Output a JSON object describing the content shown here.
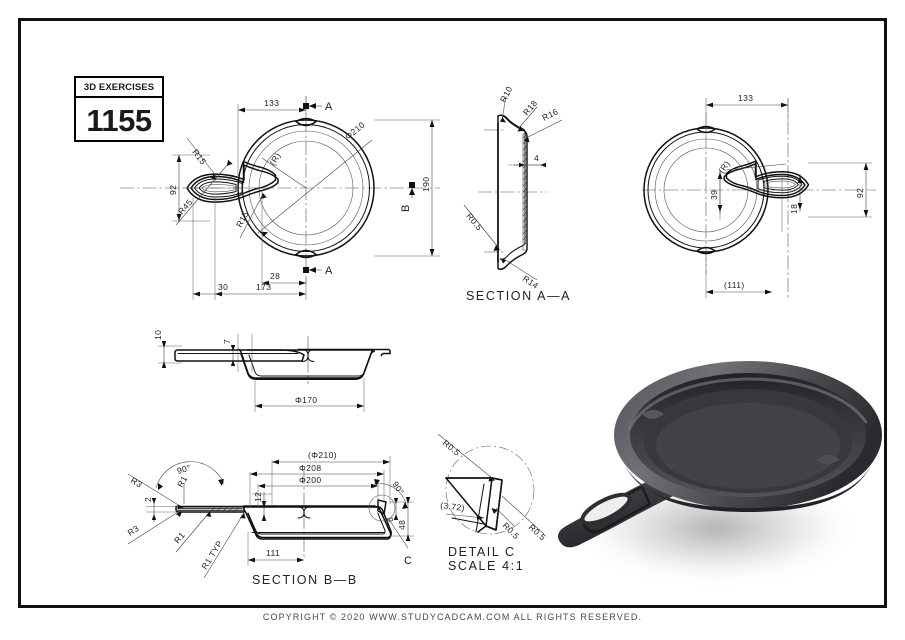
{
  "sheet": {
    "title_block": {
      "header": "3D EXERCISES",
      "number": "1155"
    },
    "footer": "COPYRIGHT © 2020  WWW.STUDYCADCAM.COM  ALL  RIGHTS  RESERVED."
  },
  "views": {
    "top": {
      "name": "top-view",
      "dimensions": {
        "width_to_center": "133",
        "overall_height": "190",
        "handle_width": "92",
        "diameter": "Φ210",
        "radius_note": "(R)",
        "handle_r_top": "R15",
        "handle_r_end": "R45",
        "handle_r_bottom": "R15",
        "handle_tip_offset": "30",
        "handle_length": "173",
        "spout_offset": "28"
      },
      "section_marks": {
        "top": "A",
        "bottom": "A",
        "right": "B"
      }
    },
    "section_aa": {
      "name": "section-a-a",
      "label": "SECTION A—A",
      "dimensions": {
        "rim_r_outer": "R10",
        "rim_r_mid": "R18",
        "rim_r_inner": "R16",
        "wall_thickness": "4",
        "base_r_small": "R0.5",
        "base_r": "R14"
      }
    },
    "bottom": {
      "name": "bottom-view",
      "dimensions": {
        "width_to_center": "133",
        "handle_width": "92",
        "base_diameter_ref": "(111)",
        "inner_circle": "39",
        "handle_neck": "18",
        "radius_note": "(R)"
      }
    },
    "side": {
      "name": "side-elevation-view",
      "dimensions": {
        "handle_height": "10",
        "handle_thickness": "7",
        "base_diameter": "Φ170"
      }
    },
    "section_bb": {
      "name": "section-b-b",
      "label": "SECTION B—B",
      "dimensions": {
        "outer_ref": "(Φ210)",
        "rim_outer": "Φ208",
        "rim_inner": "Φ200",
        "rim_drop": "12",
        "base_width": "111",
        "handle_thk": "2",
        "r3_upper": "R3",
        "r3_lower": "R3",
        "r1_upper": "R1",
        "r1_lower": "R1",
        "r1_typ": "R1 TYP",
        "angle": "90°",
        "rim_angle": "90°",
        "rim_height_small": "6",
        "depth": "48",
        "detail_callout": "C"
      }
    },
    "detail_c": {
      "name": "detail-c",
      "label": "DETAIL C",
      "scale": "SCALE  4:1",
      "dimensions": {
        "r_top": "R0.5",
        "r_mid": "R0.5",
        "r_right": "R0.5",
        "length_ref": "(3.72)"
      }
    },
    "render": {
      "name": "isometric-render",
      "description": "cast-iron-skillet"
    }
  },
  "colors": {
    "line": "#111111",
    "dim_line": "#444444",
    "background": "#ffffff",
    "render_dark": "#2f3033",
    "render_mid": "#4a4c50",
    "render_light": "#6d7075"
  }
}
